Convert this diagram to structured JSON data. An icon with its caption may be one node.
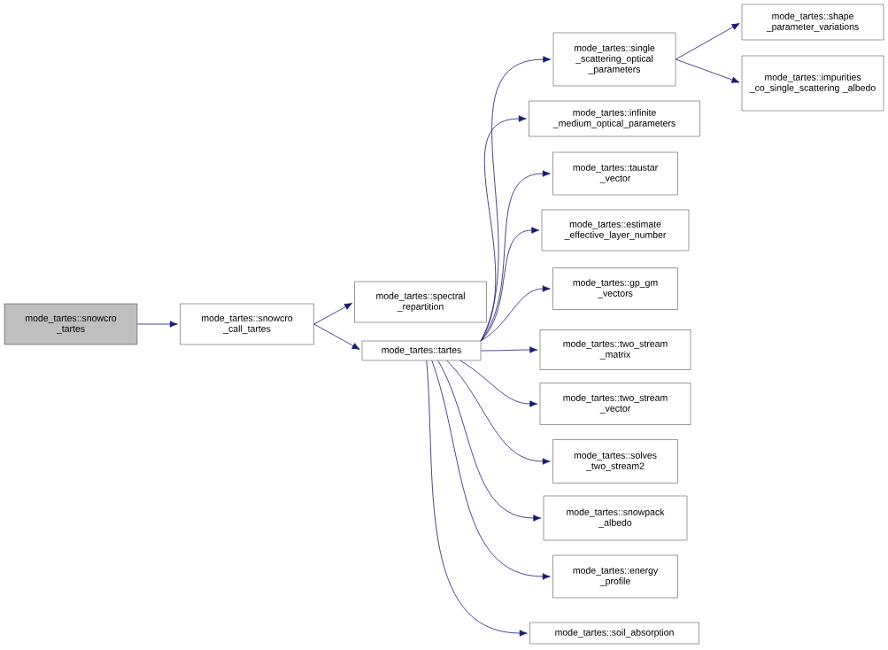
{
  "diagram": {
    "nodes": [
      {
        "text": [
          "mode_tartes::snowcro _tartes"
        ]
      },
      {
        "text": [
          "mode_tartes::snowcro _call_tartes"
        ]
      },
      {
        "text": [
          "mode_tartes::spectral _repartition"
        ]
      },
      {
        "text": [
          "mode_tartes::tartes"
        ]
      },
      {
        "text": [
          "mode_tartes::single _scattering_optical _parameters"
        ]
      },
      {
        "text": [
          "mode_tartes::infinite _medium_optical_parameters"
        ]
      },
      {
        "text": [
          "mode_tartes::taustar _vector"
        ]
      },
      {
        "text": [
          "mode_tartes::estimate _effective_layer_number"
        ]
      },
      {
        "text": [
          "mode_tartes::gp_gm _vectors"
        ]
      },
      {
        "text": [
          "mode_tartes::two_stream _matrix"
        ]
      },
      {
        "text": [
          "mode_tartes::two_stream _vector"
        ]
      },
      {
        "text": [
          "mode_tartes::solves _two_stream2"
        ]
      },
      {
        "text": [
          "mode_tartes::snowpack _albedo"
        ]
      },
      {
        "text": [
          "mode_tartes::energy _profile"
        ]
      },
      {
        "text": [
          "mode_tartes::soil_absorption"
        ]
      },
      {
        "text": [
          "mode_tartes::shape _parameter_variations"
        ]
      },
      {
        "text": [
          "mode_tartes::impurities _co_single_scattering _albedo"
        ]
      }
    ],
    "edges": [
      {
        "from": 0,
        "to": 1,
        "arrow": "to"
      },
      {
        "from": 1,
        "to": 2,
        "arrow": "to"
      },
      {
        "from": 1,
        "to": 3,
        "arrow": "to"
      },
      {
        "from": 3,
        "to": 4,
        "arrow": "to"
      },
      {
        "from": 3,
        "to": 5,
        "arrow": "to"
      },
      {
        "from": 3,
        "to": 6,
        "arrow": "to"
      },
      {
        "from": 3,
        "to": 7,
        "arrow": "to"
      },
      {
        "from": 3,
        "to": 8,
        "arrow": "to"
      },
      {
        "from": 3,
        "to": 9,
        "arrow": "to"
      },
      {
        "from": 3,
        "to": 10,
        "arrow": "to"
      },
      {
        "from": 3,
        "to": 11,
        "arrow": "to"
      },
      {
        "from": 3,
        "to": 12,
        "arrow": "to"
      },
      {
        "from": 3,
        "to": 13,
        "arrow": "to"
      },
      {
        "from": 3,
        "to": 14,
        "arrow": "to"
      },
      {
        "from": 4,
        "to": 15,
        "arrow": "to"
      },
      {
        "from": 4,
        "to": 16,
        "arrow": "to"
      }
    ]
  }
}
